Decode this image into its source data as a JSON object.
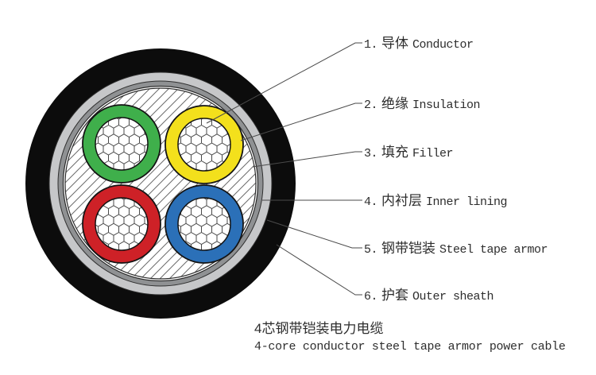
{
  "diagram": {
    "type": "cable-cross-section",
    "caption": {
      "zh": "4芯钢带铠装电力电缆",
      "en": "4-core conductor steel tape armor power cable"
    },
    "labels": [
      {
        "number": "1.",
        "zh": "导体",
        "en": "Conductor"
      },
      {
        "number": "2.",
        "zh": "绝缘",
        "en": "Insulation"
      },
      {
        "number": "3.",
        "zh": "填充",
        "en": "Filler"
      },
      {
        "number": "4.",
        "zh": "内衬层",
        "en": "Inner lining"
      },
      {
        "number": "5.",
        "zh": "钢带铠装",
        "en": "Steel tape armor"
      },
      {
        "number": "6.",
        "zh": "护套",
        "en": "Outer sheath"
      }
    ],
    "layers": [
      {
        "name": "conductor",
        "style": "white with hexagonal strand mesh"
      },
      {
        "name": "insulation",
        "style": "colored rings"
      },
      {
        "name": "filler",
        "style": "white with diagonal hatch"
      },
      {
        "name": "inner-lining",
        "color": "#8f9193"
      },
      {
        "name": "steel-tape-armor",
        "color": "#c6c7c9"
      },
      {
        "name": "outer-sheath",
        "color": "#0c0c0c"
      }
    ],
    "cores": [
      {
        "position": "top-left",
        "insulation_color": "#3faf4b"
      },
      {
        "position": "top-right",
        "insulation_color": "#f3e01c"
      },
      {
        "position": "bottom-left",
        "insulation_color": "#ce2127"
      },
      {
        "position": "bottom-right",
        "insulation_color": "#2b70b8"
      }
    ],
    "line_color": "#4a4a4a",
    "outline_color": "#1a1a1a"
  }
}
